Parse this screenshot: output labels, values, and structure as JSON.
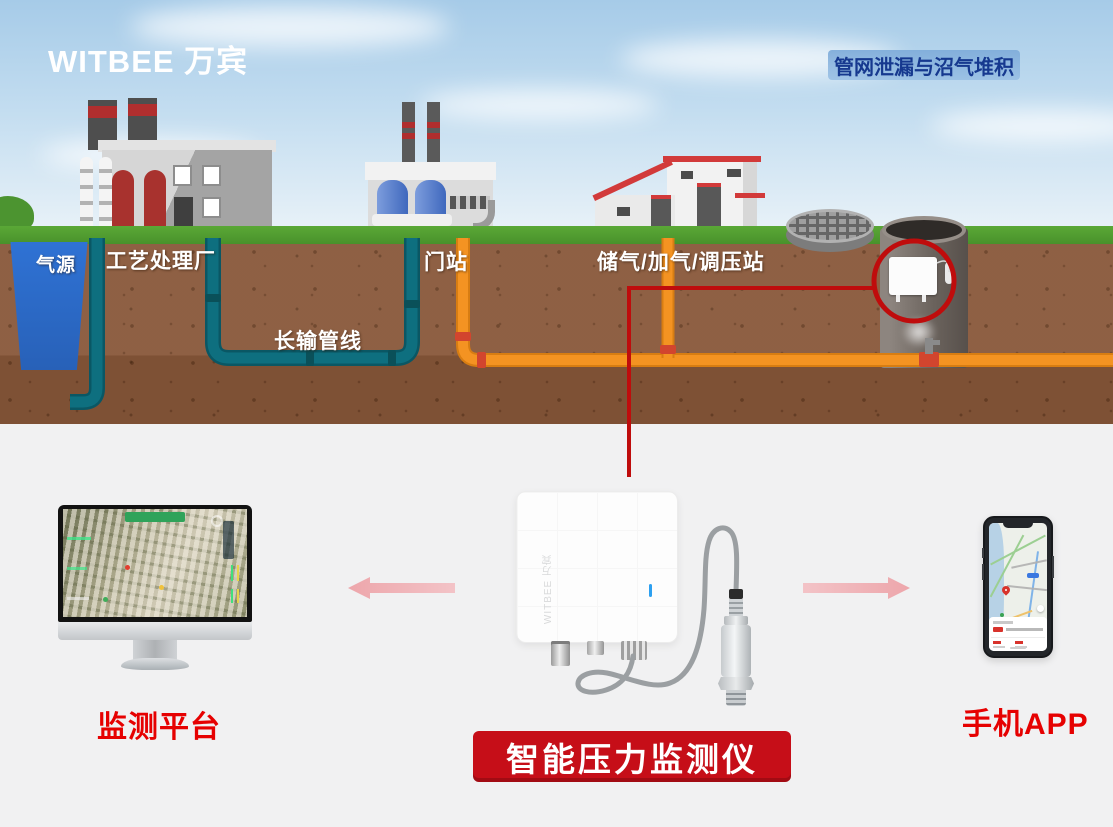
{
  "header": {
    "logo": "WITBEE 万宾",
    "scenario_badge": "管网泄漏与沼气堆积"
  },
  "scene": {
    "gas_source": "气源",
    "process_plant": "工艺处理厂",
    "transmission_pipeline": "长输管线",
    "gate_station": "门站",
    "storage_station": "储气/加气/调压站"
  },
  "solution": {
    "platform_label": "监测平台",
    "device_banner": "智能压力监测仪",
    "app_label": "手机APP",
    "device_side_text": "WITBEE 万宾"
  },
  "colors": {
    "banner_red": "#c60e18",
    "label_red": "#e60101",
    "annotation_red": "#bf0c0c",
    "pipe_orange": "#f49322",
    "pipe_teal": "#0e6f7f",
    "gas_source_blue": "#2f72d4",
    "grass_green": "#4f9e31",
    "soil_brown": "#8a5a3c",
    "badge_bg": "#84b0dc",
    "badge_text": "#16398f",
    "arrow_pink": "#efabb0"
  }
}
